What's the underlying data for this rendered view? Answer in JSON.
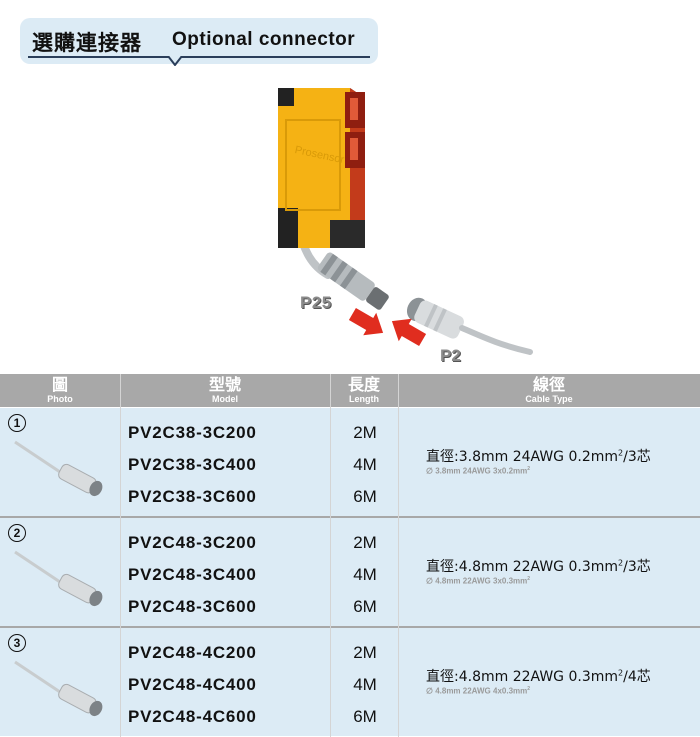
{
  "header": {
    "title_zh": "選購連接器",
    "title_en": "Optional connector"
  },
  "illustration": {
    "sensor_brand": "Prosensor",
    "label_p25": "P25",
    "label_p2": "P2"
  },
  "table": {
    "columns": [
      {
        "zh": "圖",
        "en": "Photo"
      },
      {
        "zh": "型號",
        "en": "Model"
      },
      {
        "zh": "長度",
        "en": "Length"
      },
      {
        "zh": "線徑",
        "en": "Cable Type"
      }
    ],
    "groups": [
      {
        "index": "1",
        "models": [
          "PV2C38-3C200",
          "PV2C38-3C400",
          "PV2C38-3C600"
        ],
        "lengths": [
          "2M",
          "4M",
          "6M"
        ],
        "cable_main": "直徑:3.8mm  24AWG  0.2mm",
        "cable_main_end": "/3芯",
        "cable_sub": "∅ 3.8mm 24AWG 3x0.2mm"
      },
      {
        "index": "2",
        "models": [
          "PV2C48-3C200",
          "PV2C48-3C400",
          "PV2C48-3C600"
        ],
        "lengths": [
          "2M",
          "4M",
          "6M"
        ],
        "cable_main": "直徑:4.8mm  22AWG  0.3mm",
        "cable_main_end": "/3芯",
        "cable_sub": "∅ 4.8mm 22AWG 3x0.3mm"
      },
      {
        "index": "3",
        "models": [
          "PV2C48-4C200",
          "PV2C48-4C400",
          "PV2C48-4C600"
        ],
        "lengths": [
          "2M",
          "4M",
          "6M"
        ],
        "cable_main": "直徑:4.8mm  22AWG  0.3mm",
        "cable_main_end": "/4芯",
        "cable_sub": "∅ 4.8mm 22AWG 4x0.3mm"
      }
    ],
    "sup": "2"
  },
  "colors": {
    "accent_yellow": "#f5b214",
    "row_bg": "#dcebf5",
    "header_gray": "#a8a8a8",
    "arrow_red": "#e02d1f"
  }
}
